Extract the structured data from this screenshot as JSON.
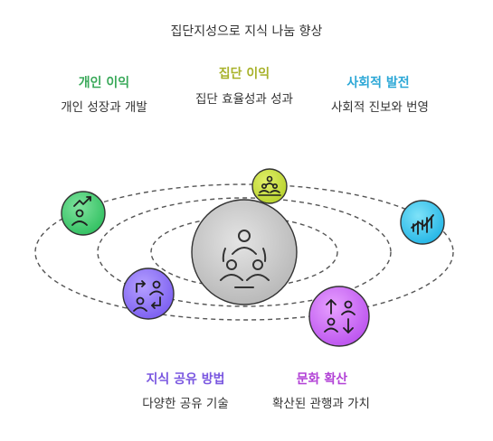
{
  "title": "집단지성으로 지식 나눔 향상",
  "colors": {
    "personal": "#3aa95a",
    "group": "#a8b22b",
    "social": "#2ba7d6",
    "knowledge": "#7a57e0",
    "culture": "#b241d6"
  },
  "nodes": {
    "personal": {
      "caption": "개인 이익",
      "desc": "개인 성장과 개발",
      "icon": "growth-person-icon"
    },
    "group": {
      "caption": "집단 이익",
      "desc": "집단 효율성과 성과",
      "icon": "group-pyramid-icon"
    },
    "social": {
      "caption": "사회적 발전",
      "desc": "사회적 진보와 번영",
      "icon": "chart-trend-icon"
    },
    "knowledge": {
      "caption": "지식 공유 방법",
      "desc": "다양한 공유 기술",
      "icon": "exchange-people-icon"
    },
    "culture": {
      "caption": "문화 확산",
      "desc": "확산된 관행과 가치",
      "icon": "up-down-people-icon"
    },
    "center": {
      "icon": "community-circle-icon"
    }
  }
}
